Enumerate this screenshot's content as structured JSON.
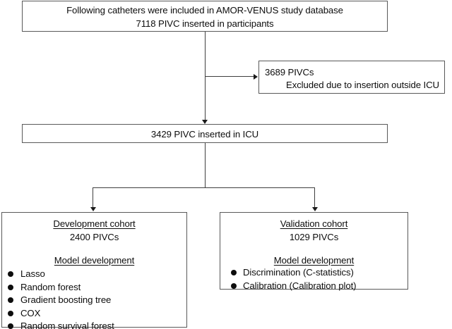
{
  "figure": {
    "type": "flowchart",
    "boxes": {
      "top": {
        "line1": "Following catheters were included in AMOR-VENUS study database",
        "line2": "7118 PIVC inserted in participants"
      },
      "excluded": {
        "line1": "3689 PIVCs",
        "line2": "Excluded due to insertion outside ICU"
      },
      "icu": {
        "line1": "3429 PIVC inserted in ICU"
      },
      "development": {
        "title": "Development cohort",
        "count": "2400 PIVCs",
        "subtitle": "Model development",
        "items": [
          "Lasso",
          "Random forest",
          "Gradient boosting tree",
          "COX",
          "Random survival forest"
        ]
      },
      "validation": {
        "title": "Validation cohort",
        "count": "1029 PIVCs",
        "subtitle": "Model development",
        "items": [
          "Discrimination (C-statistics)",
          "Calibration (Calibration plot)"
        ]
      }
    },
    "colors": {
      "box_border": "#595959",
      "connector": "#3f3f3f",
      "text": "#0d0d0d",
      "background": "#ffffff",
      "bullet": "#0d0d0d"
    }
  }
}
